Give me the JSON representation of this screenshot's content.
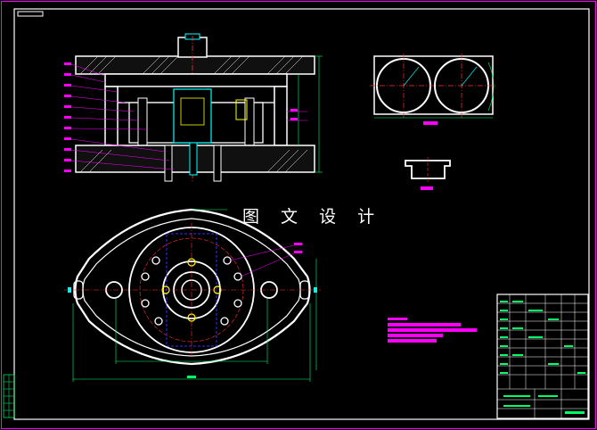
{
  "drawing": {
    "watermark_text": "图 文 设 计",
    "colors": {
      "background": "#000000",
      "border": "#ff00ff",
      "geometry": "#ffffff",
      "centerline": "#ff3030",
      "dimension": "#00ff66",
      "leader": "#00ffff",
      "highlight": "#ffff00",
      "hidden": "#3030ff",
      "label": "#ff00ff"
    },
    "views": [
      "mold-section-view",
      "cavity-layout-view",
      "part-section-view",
      "mold-plan-view",
      "title-block"
    ]
  }
}
